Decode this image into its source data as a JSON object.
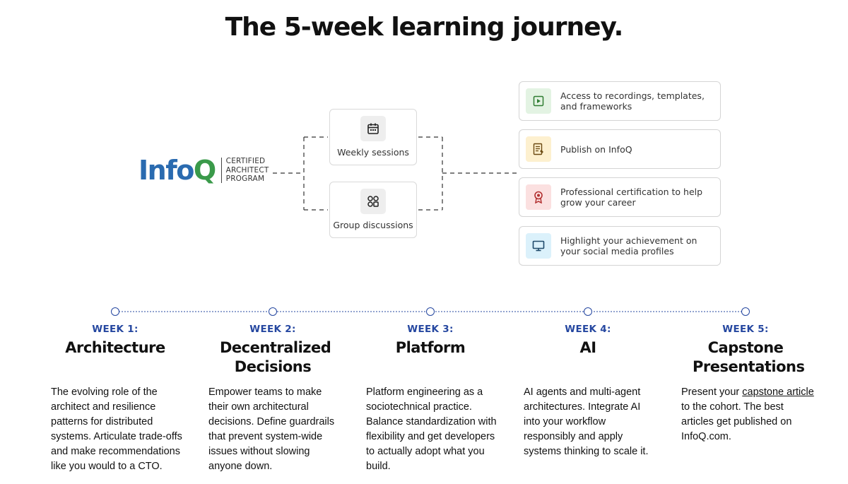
{
  "title": "The 5-week learning journey.",
  "logo": {
    "word_info": "Info",
    "word_q": "Q",
    "sub_line1": "CERTIFIED",
    "sub_line2": "ARCHITECT",
    "sub_line3": "PROGRAM"
  },
  "sessions": [
    {
      "label": "Weekly sessions",
      "icon": "calendar-icon"
    },
    {
      "label": "Group discussions",
      "icon": "group-icon"
    }
  ],
  "benefits": [
    {
      "text": "Access to recordings, templates, and frameworks",
      "icon": "play-icon",
      "bg": "#e3f3e3",
      "fg": "#2e7d32"
    },
    {
      "text": "Publish on InfoQ",
      "icon": "document-icon",
      "bg": "#fdf0cf",
      "fg": "#6b4a12"
    },
    {
      "text": "Professional certification to help grow your career",
      "icon": "award-icon",
      "bg": "#fbe0e0",
      "fg": "#b23030"
    },
    {
      "text": "Highlight your achievement on your social media profiles",
      "icon": "monitor-icon",
      "bg": "#dbf1fb",
      "fg": "#1f4a6b"
    }
  ],
  "weeks": [
    {
      "label": "WEEK 1:",
      "title": "Architecture",
      "desc": "The evolving role of the architect and resilience patterns for distributed systems. Articulate trade-offs and make recommendations like you would to a CTO."
    },
    {
      "label": "WEEK 2:",
      "title": "Decentralized Decisions",
      "desc": "Empower teams to make their own architectural decisions. Define guardrails that prevent system-wide issues without slowing anyone down."
    },
    {
      "label": "WEEK 3:",
      "title": "Platform",
      "desc": "Platform engineering as a sociotechnical practice. Balance standardization with flexibility and get developers to actually adopt what you build."
    },
    {
      "label": "WEEK 4:",
      "title": "AI",
      "desc": "AI agents and multi-agent architectures. Integrate AI into your workflow responsibly and apply systems thinking to scale it."
    },
    {
      "label": "WEEK 5:",
      "title": "Capstone Presentations",
      "desc_pre": "Present your ",
      "desc_link": "capstone article",
      "desc_post": " to the cohort. The best articles get published on InfoQ.com."
    }
  ],
  "colors": {
    "accent": "#2547a0",
    "infoq_blue": "#2a6bb0",
    "infoq_green": "#3a9a4a"
  }
}
